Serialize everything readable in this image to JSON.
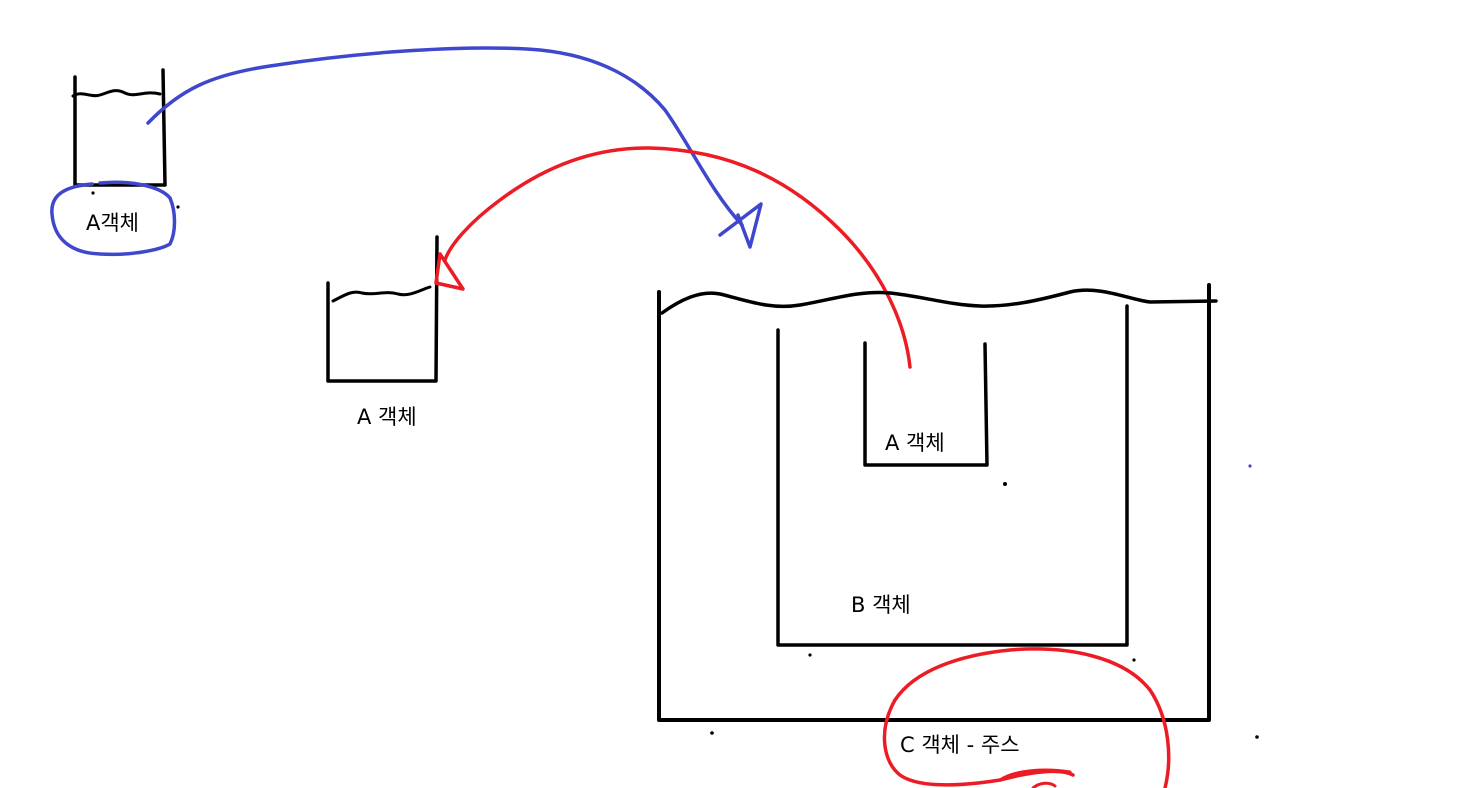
{
  "labels": {
    "cup_top_left": "A객체",
    "cup_middle": "A 객체",
    "cup_inner": "A 객체",
    "container_b": "B 객체",
    "container_c": "C 객체 - 주스"
  },
  "colors": {
    "outline": "#000000",
    "blue_annotation": "#3f48cc",
    "red_annotation": "#ed1c24",
    "background": "#ffffff"
  }
}
